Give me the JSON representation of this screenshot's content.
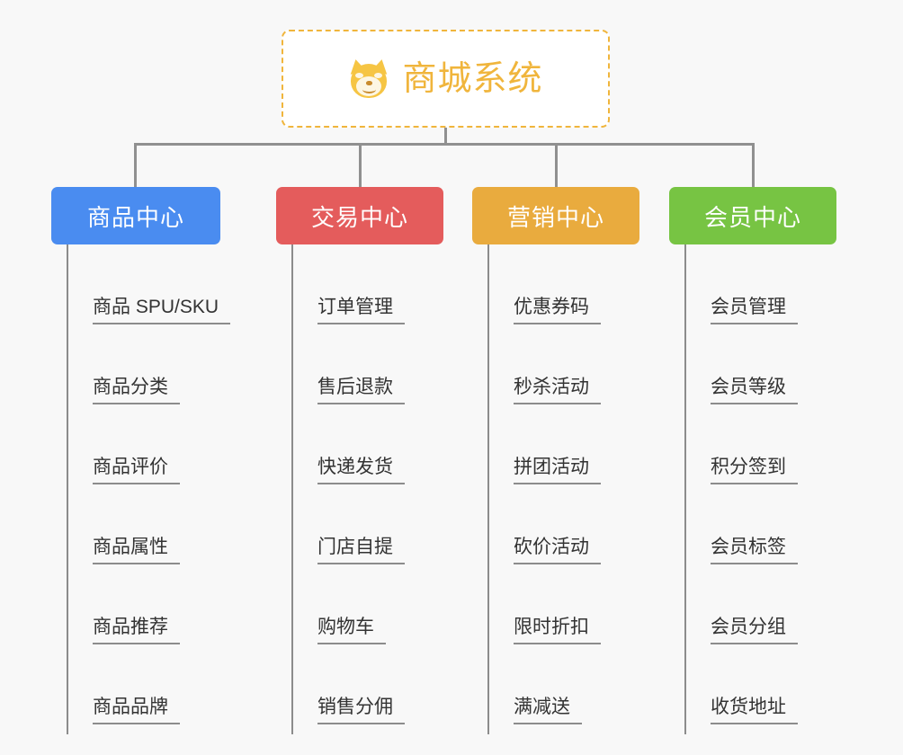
{
  "background_color": "#f8f8f8",
  "root": {
    "title": "商城系统",
    "icon": "shiba-dog-emoji",
    "text_color": "#f0b53c",
    "border_color": "#f0b53c",
    "fill_color": "#ffffff"
  },
  "connector": {
    "color": "#909090"
  },
  "columns": [
    {
      "title": "商品中心",
      "color": "#4a8cf0",
      "items": [
        "商品 SPU/SKU",
        "商品分类",
        "商品评价",
        "商品属性",
        "商品推荐",
        "商品品牌"
      ]
    },
    {
      "title": "交易中心",
      "color": "#e45c5c",
      "items": [
        "订单管理",
        "售后退款",
        "快递发货",
        "门店自提",
        "购物车",
        "销售分佣"
      ]
    },
    {
      "title": "营销中心",
      "color": "#e9ab3e",
      "items": [
        "优惠券码",
        "秒杀活动",
        "拼团活动",
        "砍价活动",
        "限时折扣",
        "满减送"
      ]
    },
    {
      "title": "会员中心",
      "color": "#77c443",
      "items": [
        "会员管理",
        "会员等级",
        "积分签到",
        "会员标签",
        "会员分组",
        "收货地址"
      ]
    }
  ]
}
